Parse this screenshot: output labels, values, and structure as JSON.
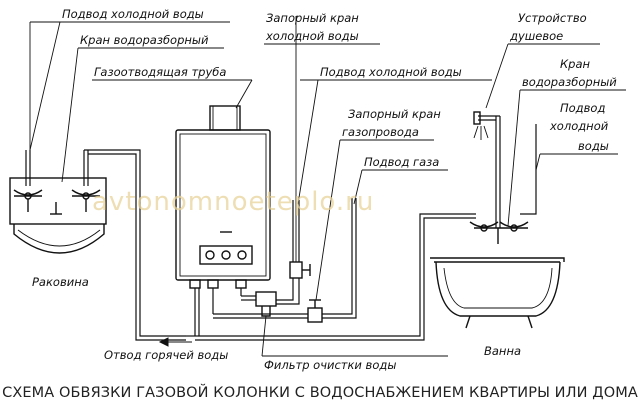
{
  "labels": {
    "podvod_cold_1": "Подвод холодной воды",
    "kran_razbor_1": "Кран водоразборный",
    "gazootvod": "Газоотводящая труба",
    "zapor_cold_1": "Запорный кран",
    "zapor_cold_2": "холодной воды",
    "podvod_cold_2": "Подвод холодной воды",
    "zapor_gas_1": "Запорный кран",
    "zapor_gas_2": "газопровода",
    "podvod_gaza": "Подвод газа",
    "dush_1": "Устройство",
    "dush_2": "душевое",
    "kran_razbor_2a": "Кран",
    "kran_razbor_2b": "водоразборный",
    "podvod_cold_3a": "Подвод",
    "podvod_cold_3b": "холодной",
    "podvod_cold_3c": "воды",
    "rakovina": "Раковина",
    "otvod_hot": "Отвод горячей воды",
    "filtr": "Фильтр очистки воды",
    "vanna": "Ванна"
  },
  "watermark": "avtonomnoeteplo.ru",
  "title": "СХЕМА ОБВЯЗКИ ГАЗОВОЙ КОЛОНКИ С ВОДОСНАБЖЕНИЕМ КВАРТИРЫ ИЛИ ДОМА"
}
